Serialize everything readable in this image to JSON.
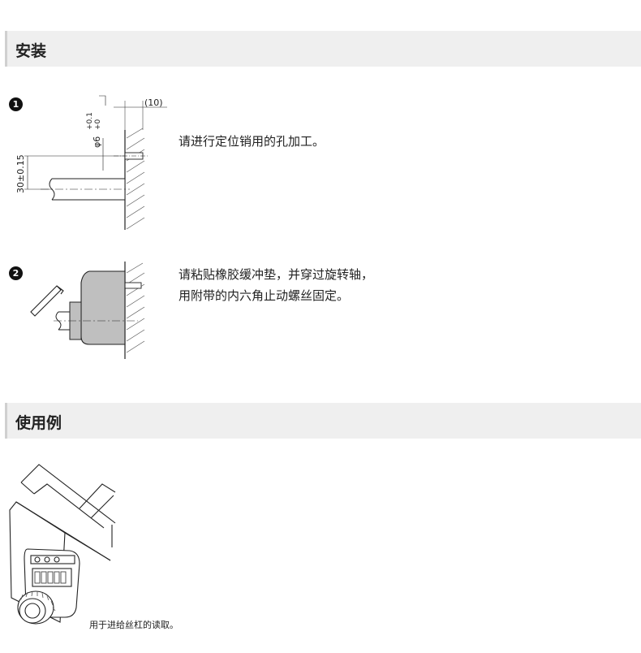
{
  "sections": {
    "install_title": "安装",
    "usage_title": "使用例"
  },
  "steps": [
    {
      "number": "1",
      "text_line1": "请进行定位销用的孔加工。"
    },
    {
      "number": "2",
      "text_line1": "请粘贴橡胶缓冲垫，并穿过旋转轴，",
      "text_line2": "用附带的内六角止动螺丝固定。"
    }
  ],
  "diagram1": {
    "dim_top": "(10)",
    "dim_hole_upper": "+0.1",
    "dim_hole_lower": "+0",
    "dim_hole_main": "φ6",
    "dim_height": "30±0.15"
  },
  "usage": {
    "caption": "用于进给丝杠的读取。"
  }
}
